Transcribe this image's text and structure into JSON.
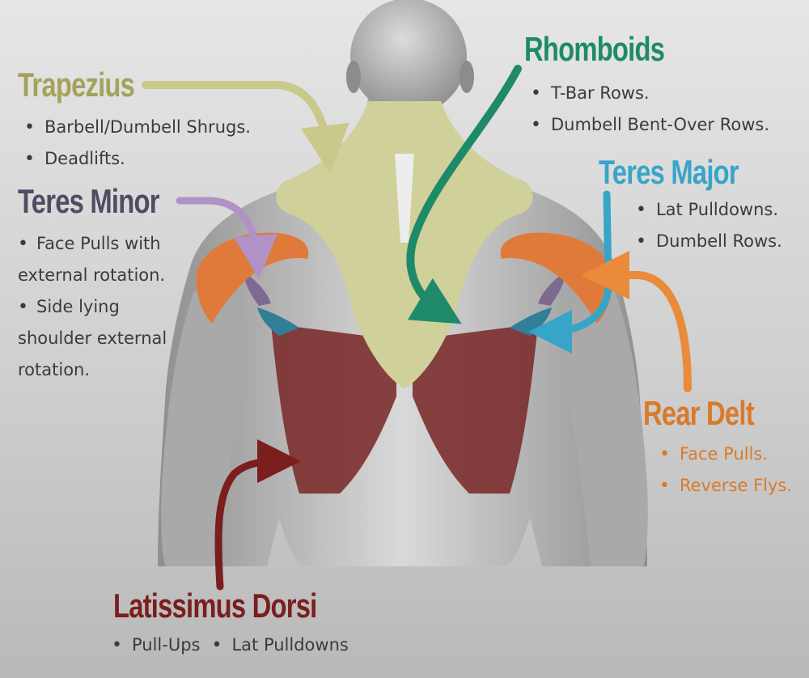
{
  "colors": {
    "trapezius": "#c9c98a",
    "trapezius_label": "#a3a35c",
    "rhomboids": "#1f8a6a",
    "teres_minor": "#b092c6",
    "teres_minor_label": "#514c63",
    "teres_major": "#37a5c8",
    "rear_delt": "#e98b3a",
    "rear_delt_label": "#d97a2a",
    "lats": "#7a1e1e",
    "skin": "#bdbdbd"
  },
  "muscles": {
    "trapezius": {
      "name": "Trapezius",
      "exercises": [
        "Barbell/Dumbell Shrugs.",
        "Deadlifts."
      ]
    },
    "rhomboids": {
      "name": "Rhomboids",
      "exercises": [
        "T-Bar Rows.",
        "Dumbell Bent-Over Rows."
      ]
    },
    "teres_minor": {
      "name": "Teres Minor",
      "exercises": [
        "Face Pulls with external rotation.",
        "Side lying shoulder external rotation."
      ]
    },
    "teres_major": {
      "name": "Teres Major",
      "exercises": [
        "Lat Pulldowns.",
        "Dumbell Rows."
      ]
    },
    "rear_delt": {
      "name": "Rear Delt",
      "exercises": [
        "Face Pulls.",
        "Reverse Flys."
      ]
    },
    "latissimus_dorsi": {
      "name": "Latissimus Dorsi",
      "exercises": [
        "Pull-Ups",
        "Lat Pulldowns"
      ]
    }
  }
}
